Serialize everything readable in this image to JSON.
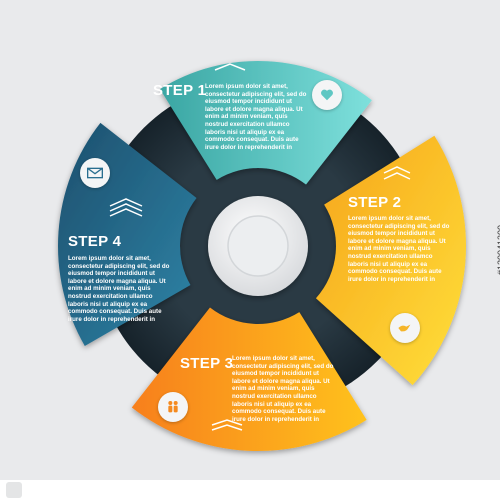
{
  "steps": [
    {
      "id": "step1",
      "title": "STEP 1",
      "color_light": "#6fd3cf",
      "color_dark": "#3aa6a3",
      "icon": "heart-icon",
      "body": "Lorem ipsum dolor sit amet,\nconsectetur adipiscing elit, sed do\neiusmod tempor incididunt ut\nlabore et dolore magna aliqua. Ut\nenim ad minim veniam, quis\nnostrud exercitation ullamco\nlaboris nisi ut aliquip ex ea\ncommodo consequat. Duis aute\nirure dolor in reprehenderit in"
    },
    {
      "id": "step2",
      "title": "STEP 2",
      "color_light": "#ffd62e",
      "color_dark": "#f6a41a",
      "icon": "bird-icon",
      "body": "Lorem ipsum dolor sit amet,\nconsectetur adipiscing elit, sed do\neiusmod tempor incididunt ut\nlabore et dolore magna aliqua. Ut\nenim ad minim veniam, quis\nnostrud exercitation ullamco\nlaboris nisi ut aliquip ex ea\ncommodo consequat. Duis aute\nirure dolor in reprehenderit in"
    },
    {
      "id": "step3",
      "title": "STEP 3",
      "color_light": "#ffc21a",
      "color_dark": "#f77f1d",
      "icon": "people-icon",
      "body": "Lorem ipsum dolor sit amet,\nconsectetur adipiscing elit, sed do\neiusmod tempor incididunt ut\nlabore et dolore magna aliqua. Ut\nenim ad minim veniam, quis\nnostrud exercitation ullamco\nlaboris nisi ut aliquip ex ea\ncommodo consequat. Duis aute\nirure dolor in reprehenderit in"
    },
    {
      "id": "step4",
      "title": "STEP 4",
      "color_light": "#2f7fa0",
      "color_dark": "#1c4f6d",
      "icon": "mail-icon",
      "body": "Lorem ipsum dolor sit amet,\nconsectetur adipiscing elit, sed do\neiusmod tempor incididunt ut\nlabore et dolore magna aliqua. Ut\nenim ad minim veniam, quis\nnostrud exercitation ullamco\nlaboris nisi ut aliquip ex ea\ncommodo consequat. Duis aute\nirure dolor in reprehenderit in"
    }
  ],
  "colors": {
    "background": "#e9eaec",
    "hub_ring": "#1d2b33",
    "center_disc": "#f2f3f4"
  },
  "stock_id": "#120941300"
}
